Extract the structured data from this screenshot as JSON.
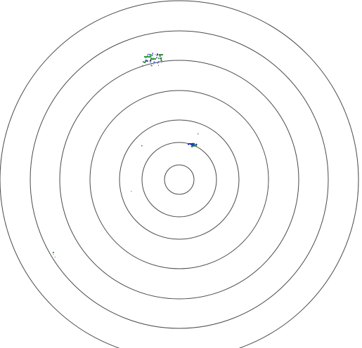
{
  "diagram": {
    "type": "concentric-rings",
    "background_color": "#ffffff",
    "ring_color": "#4a4a4a",
    "ring_count": 7,
    "clusters": [
      {
        "id": "top-cluster",
        "ring": 4,
        "colors": [
          "#6a6adf",
          "#2f9a3a",
          "#333333",
          "#7a7aff"
        ],
        "points": 48
      },
      {
        "id": "center-right-cluster",
        "ring": 1,
        "colors": [
          "#1f3fbf",
          "#2a8a4a",
          "#0000aa"
        ],
        "points": 14
      },
      {
        "id": "left-lower-marks",
        "ring": 6,
        "colors": [
          "#2aa03a",
          "#5050cc"
        ],
        "points": 3
      }
    ],
    "stray_points": [
      {
        "color": "#7070d0"
      },
      {
        "color": "#b0b0b0"
      },
      {
        "color": "#5050e0"
      }
    ]
  }
}
